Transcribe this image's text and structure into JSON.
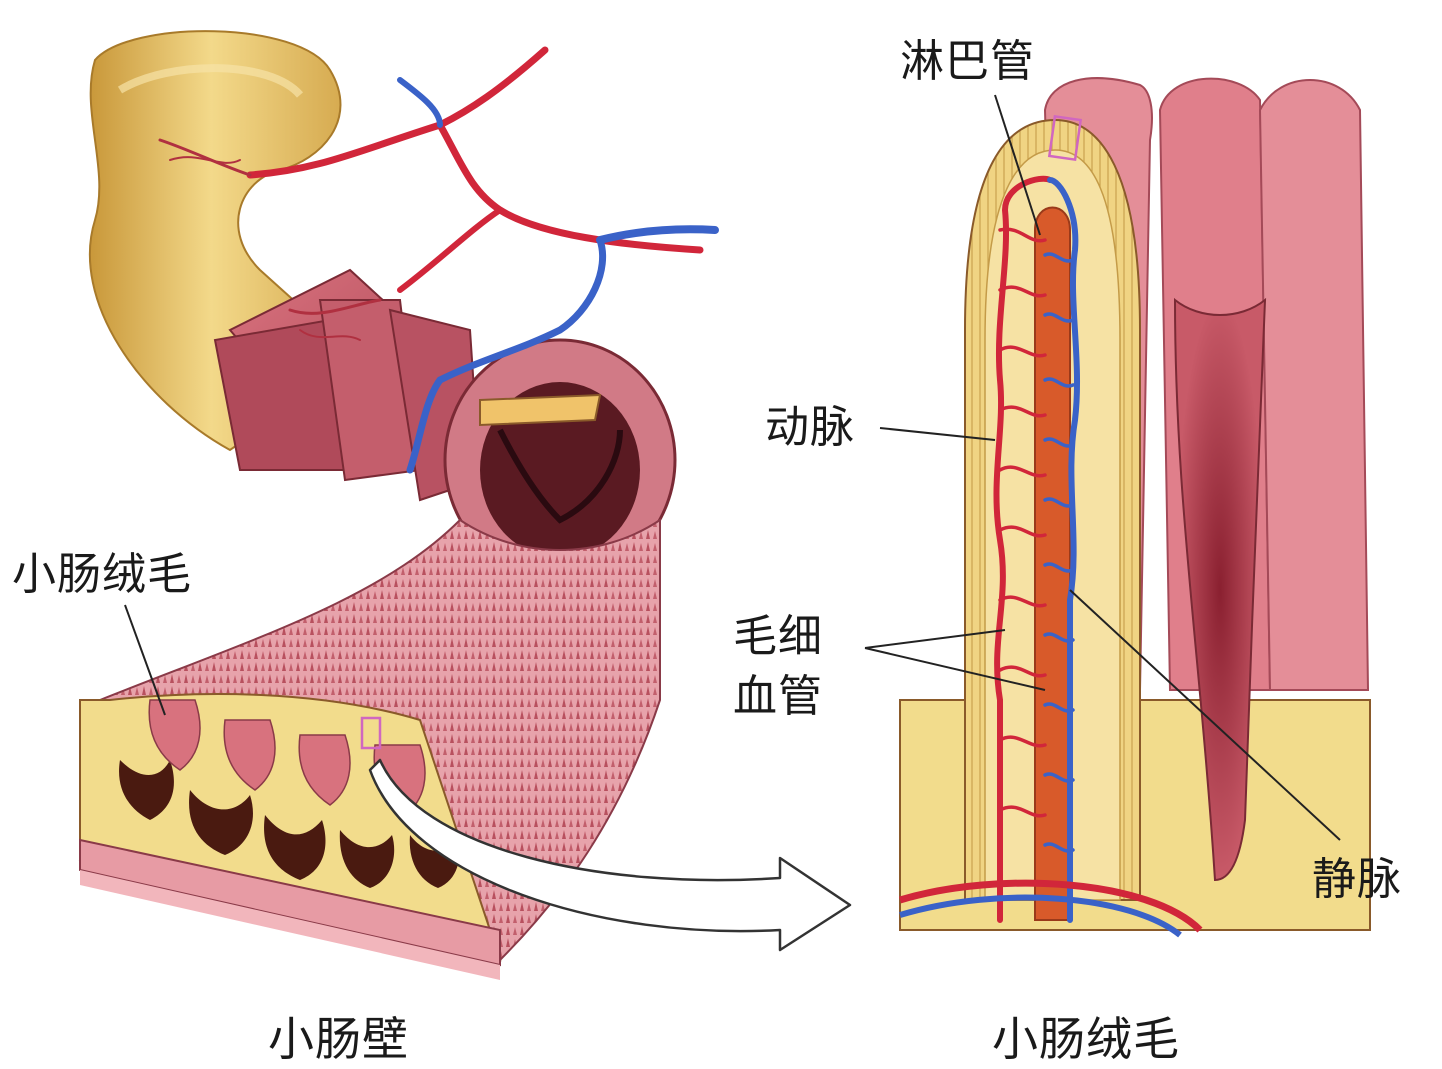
{
  "left_panel": {
    "caption": "小肠壁",
    "villi_label": "小肠绒毛"
  },
  "right_panel": {
    "caption": "小肠绒毛",
    "labels": {
      "lymph": "淋巴管",
      "artery": "动脉",
      "capillary_line1": "毛细",
      "capillary_line2": "血管",
      "vein": "静脉"
    }
  },
  "colors": {
    "intestine_outer": "#e6c36a",
    "intestine_shade": "#c9983a",
    "muscle_pink": "#c85a68",
    "mucosa_pink": "#e8a0a8",
    "artery_red": "#d1263a",
    "vein_blue": "#3a62c8",
    "lymph_orange": "#d85a2a",
    "villus_yellow": "#f2dc8c",
    "crypt_dark": "#4a1a10"
  },
  "icons": [
    "magnify-arrow-icon"
  ]
}
